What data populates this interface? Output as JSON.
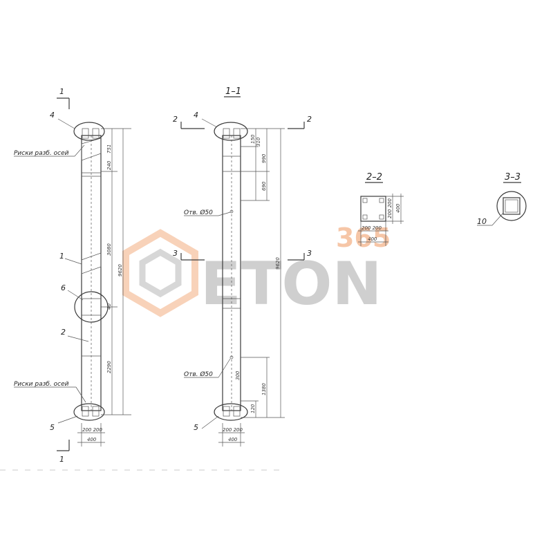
{
  "section_titles": {
    "view_1": "1",
    "view_1_1": "1–1",
    "view_2_2": "2–2",
    "view_3_3": "3–3"
  },
  "cut_marks": {
    "one": "1",
    "two": "2",
    "three": "3"
  },
  "labels": {
    "risk_top": "Риски разб. осей",
    "risk_bottom": "Риски разб. осей",
    "hole_top": "Отв. Ø50",
    "hole_bottom": "Отв. Ø50"
  },
  "callouts": {
    "c4a": "4",
    "c4b": "4",
    "c1": "1",
    "c6": "6",
    "c2": "2",
    "c5a": "5",
    "c5b": "5",
    "c10": "10"
  },
  "dimensions": {
    "left_751": "751",
    "left_240": "240",
    "left_3080": "3080",
    "left_total": "9620",
    "left_40": "40",
    "left_2290": "2290",
    "mid_150": "150",
    "mid_310": "310",
    "mid_990": "990",
    "mid_690": "690",
    "mid_total": "9620",
    "mid_300": "300",
    "mid_1380": "1380",
    "mid_120": "120",
    "bot_200": "200 200",
    "bot_400": "400",
    "sec_200v": "200 200",
    "sec_400v": "400",
    "sec_200h": "200 200",
    "sec_400h": "400"
  },
  "watermark": {
    "number": "365",
    "word": "ETON",
    "brand_orange": "#f4a46c",
    "brand_gray": "#9a9a9a"
  }
}
